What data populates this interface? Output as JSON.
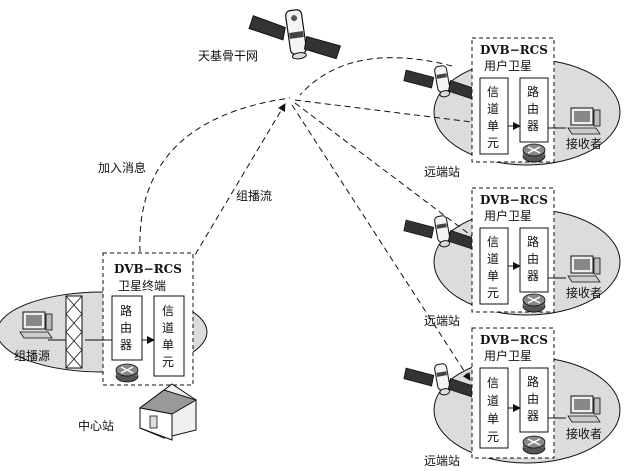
{
  "diagram": {
    "satellite_label": "天基骨干网",
    "join_message_label": "加入消息",
    "multicast_stream_label": "组播流",
    "hub": {
      "box_title": "DVB−RCS",
      "box_subtitle": "卫星终端",
      "router_chars": [
        "路",
        "由",
        "器"
      ],
      "channel_chars": [
        "信",
        "道",
        "单",
        "元"
      ],
      "source_label": "组播源",
      "station_label": "中心站"
    },
    "remotes": [
      {
        "box_title": "DVB−RCS",
        "box_subtitle": "用户卫星",
        "channel_chars": [
          "信",
          "道",
          "单",
          "元"
        ],
        "router_chars": [
          "路",
          "由",
          "器"
        ],
        "receiver_label": "接收者",
        "station_label": "远端站"
      },
      {
        "box_title": "DVB−RCS",
        "box_subtitle": "用户卫星",
        "channel_chars": [
          "信",
          "道",
          "单",
          "元"
        ],
        "router_chars": [
          "路",
          "由",
          "器"
        ],
        "receiver_label": "接收者",
        "station_label": "远端站"
      },
      {
        "box_title": "DVB−RCS",
        "box_subtitle": "用户卫星",
        "channel_chars": [
          "信",
          "道",
          "单",
          "元"
        ],
        "router_chars": [
          "路",
          "由",
          "器"
        ],
        "receiver_label": "接收者",
        "station_label": "远端站"
      }
    ]
  },
  "colors": {
    "ellipse_fill": "#dcdcdc",
    "line": "#111111"
  }
}
